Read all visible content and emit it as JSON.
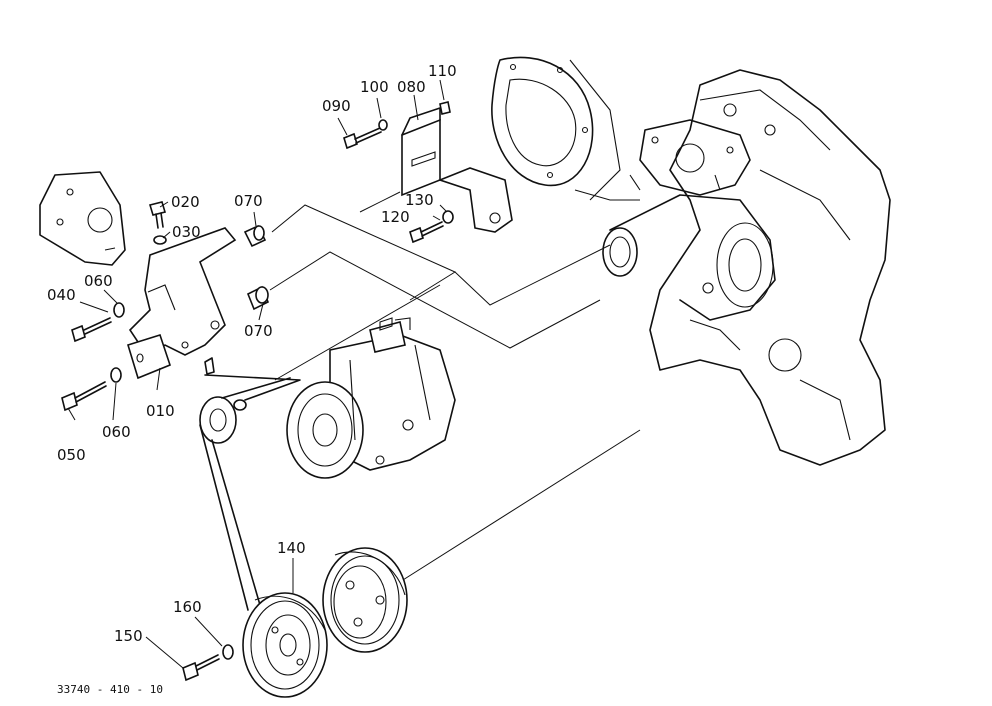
{
  "callouts": [
    {
      "id": "010",
      "label": "010"
    },
    {
      "id": "020",
      "label": "020"
    },
    {
      "id": "030",
      "label": "030"
    },
    {
      "id": "040",
      "label": "040"
    },
    {
      "id": "050",
      "label": "050"
    },
    {
      "id": "060a",
      "label": "060"
    },
    {
      "id": "060b",
      "label": "060"
    },
    {
      "id": "070a",
      "label": "070"
    },
    {
      "id": "070b",
      "label": "070"
    },
    {
      "id": "080",
      "label": "080"
    },
    {
      "id": "090",
      "label": "090"
    },
    {
      "id": "100",
      "label": "100"
    },
    {
      "id": "110",
      "label": "110"
    },
    {
      "id": "120",
      "label": "120"
    },
    {
      "id": "130",
      "label": "130"
    },
    {
      "id": "140",
      "label": "140"
    },
    {
      "id": "150",
      "label": "150"
    },
    {
      "id": "160",
      "label": "160"
    }
  ],
  "figure_number": "33740 - 410 - 10"
}
